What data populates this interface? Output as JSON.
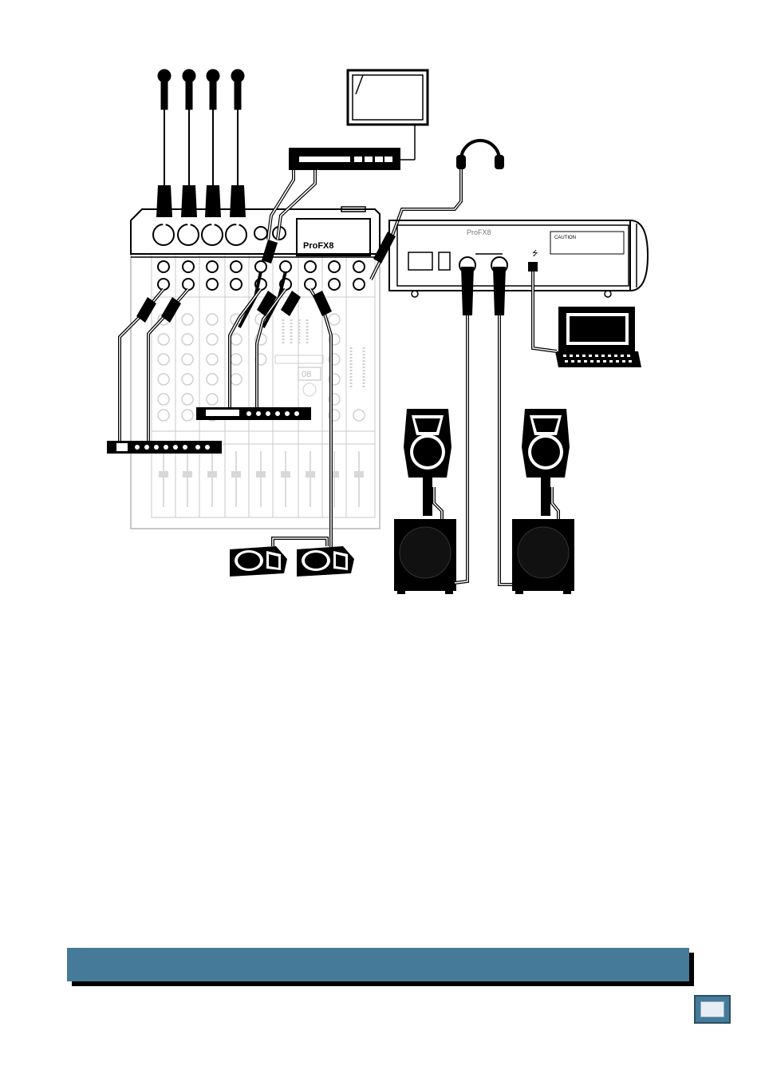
{
  "mixer": {
    "brand_label": "ProFX8",
    "rear_label": "ProFX8"
  },
  "rear_panel": {
    "warning_label": "CAUTION",
    "usb_symbol": "⭍"
  },
  "display": {
    "fx_readout": "08"
  },
  "colors": {
    "section_bar": "#457a99",
    "ink": "#000000",
    "panel_ghost": "#cccccc"
  }
}
